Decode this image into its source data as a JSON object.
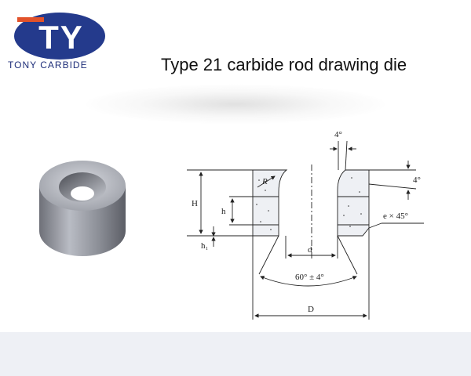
{
  "brand": {
    "logo_text": "TY",
    "name": "TONY CARBIDE",
    "colors": {
      "primary": "#243a8c",
      "accent": "#e2522a"
    }
  },
  "title": "Type 21 carbide rod drawing die",
  "drawing": {
    "labels": {
      "taper_angle": "4°",
      "relief_angle": "4°",
      "radius": "R",
      "overall_height": "H",
      "bearing_height": "h",
      "bottom_height": "h₁",
      "chamfer": "e × 45°",
      "bore_diameter": "d",
      "exit_angle": "60° ± 4°",
      "outer_diameter": "D"
    }
  }
}
